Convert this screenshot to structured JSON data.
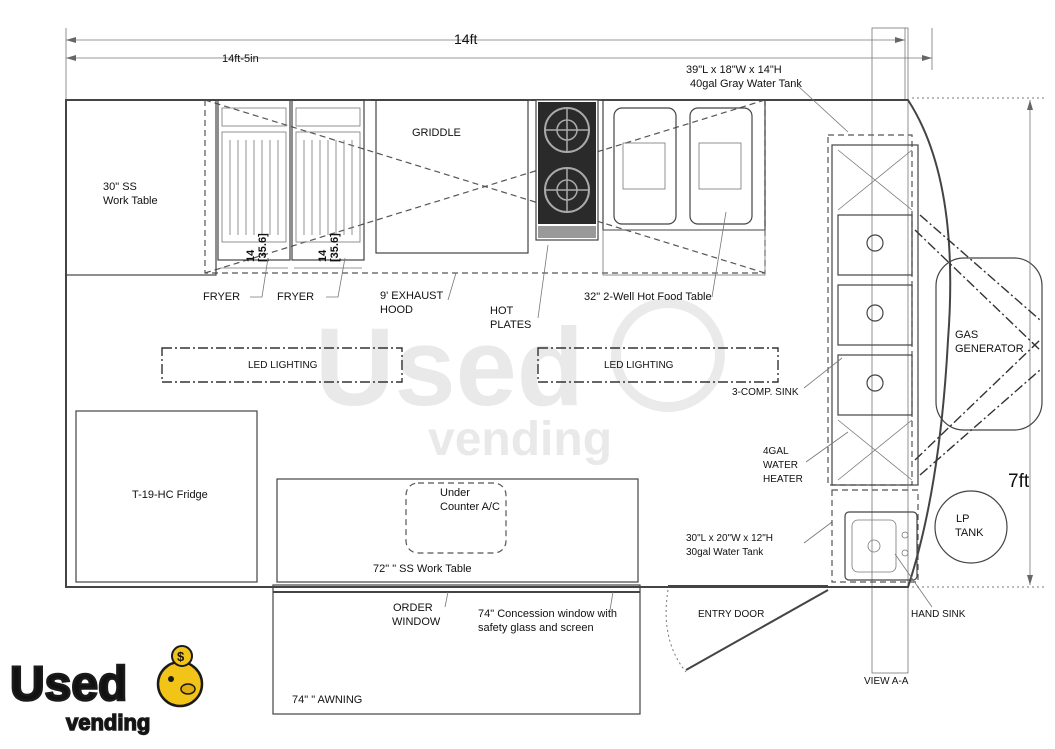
{
  "dimensions": {
    "overall_length": "14ft",
    "interior_length": "14ft-5in",
    "width": "7ft",
    "fryer_width_1": "14",
    "fryer_width_1_cm": "[35.6]",
    "fryer_width_2": "14",
    "fryer_width_2_cm": "[35.6]"
  },
  "equipment": {
    "work_table_30_line1": "30\" SS",
    "work_table_30_line2": "Work Table",
    "griddle": "GRIDDLE",
    "fryer_1": "FRYER",
    "fryer_2": "FRYER",
    "exhaust_hood_line1": "9' EXHAUST",
    "exhaust_hood_line2": "HOOD",
    "hot_plates_line1": "HOT",
    "hot_plates_line2": "PLATES",
    "hot_food_table": "32\" 2-Well Hot Food Table",
    "gray_tank_line1": "39\"L x 18\"W x 14\"H",
    "gray_tank_line2": "40gal Gray Water Tank",
    "led_lighting_1": "LED LIGHTING",
    "led_lighting_2": "LED LIGHTING",
    "three_comp_sink": "3-COMP. SINK",
    "water_heater_line1": "4GAL",
    "water_heater_line2": "WATER",
    "water_heater_line3": "HEATER",
    "gas_generator_line1": "GAS",
    "gas_generator_line2": "GENERATOR",
    "fridge": "T-19-HC Fridge",
    "under_counter_ac_line1": "Under",
    "under_counter_ac_line2": "Counter A/C",
    "work_table_72": "72\" \" SS Work Table",
    "water_tank_line1": "30\"L x 20\"W x 12\"H",
    "water_tank_line2": "30gal Water Tank",
    "lp_tank_line1": "LP",
    "lp_tank_line2": "TANK",
    "order_window_line1": "ORDER",
    "order_window_line2": "WINDOW",
    "concession_window_line1": "74\" Concession window with",
    "concession_window_line2": "safety glass and screen",
    "entry_door": "ENTRY DOOR",
    "hand_sink": "HAND SINK",
    "awning": "74\" \" AWNING",
    "view": "VIEW A-A"
  },
  "watermark": {
    "word1": "Used",
    "word2": "vending"
  },
  "logo": {
    "word1": "Used",
    "word2": "vending",
    "badge_symbol": "$"
  },
  "colors": {
    "logo_yellow": "#f2c418",
    "logo_outline": "#1a1a1a",
    "watermark": "#d8d8d8"
  }
}
